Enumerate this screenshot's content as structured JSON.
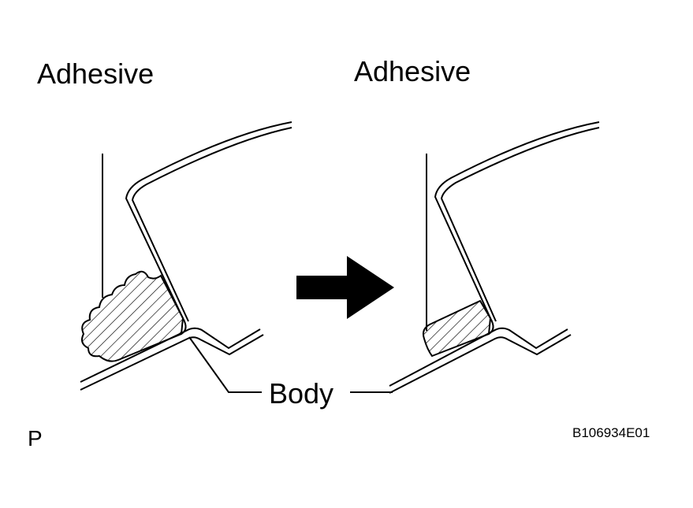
{
  "labels": {
    "adhesive_before": "Adhesive",
    "adhesive_after": "Adhesive",
    "body": "Body",
    "view_mark": "P",
    "figure_code": "B106934E01"
  },
  "colors": {
    "ink": "#000000",
    "paper": "#ffffff"
  }
}
